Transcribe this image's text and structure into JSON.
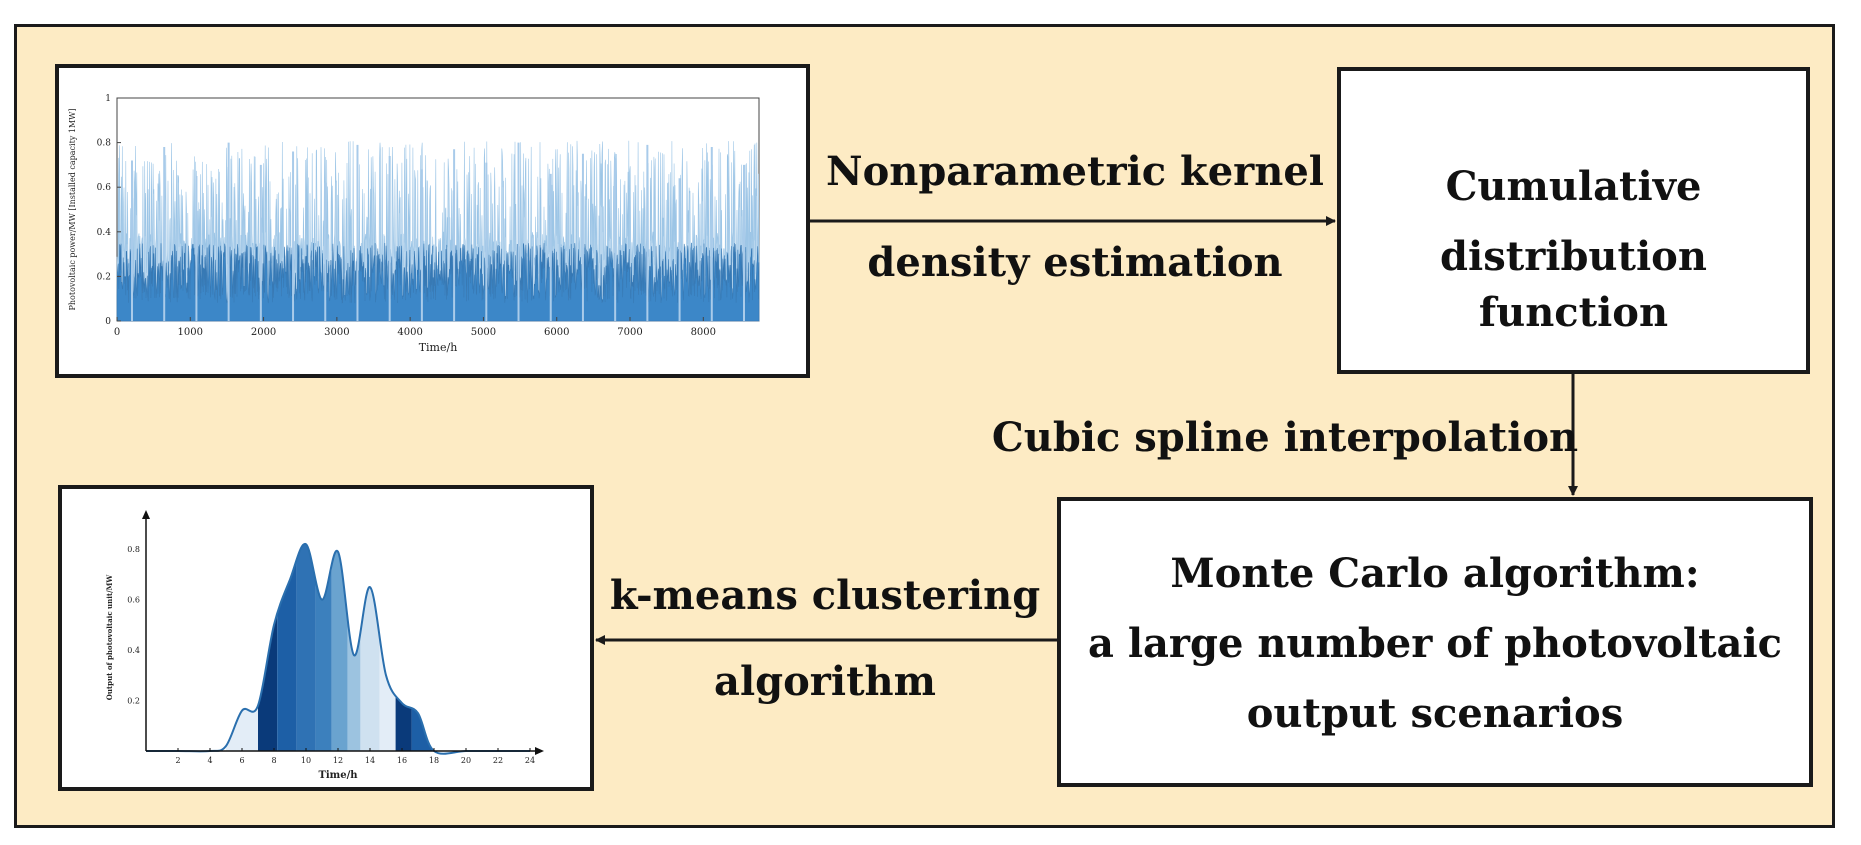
{
  "nodes": {
    "cdf": {
      "lines": [
        "Cumulative",
        "distribution function"
      ]
    },
    "monte_carlo": {
      "lines": [
        "Monte Carlo algorithm:",
        "a large number of photovoltaic",
        "output scenarios"
      ]
    }
  },
  "edges": {
    "kde": {
      "lines": [
        "Nonparametric kernel",
        "density estimation"
      ]
    },
    "spline": {
      "lines": [
        "Cubic spline interpolation"
      ]
    },
    "kmeans": {
      "lines": [
        "k-means clustering",
        "algorithm"
      ]
    }
  },
  "chart_data": [
    {
      "type": "line",
      "title": "",
      "xlabel": "Time/h",
      "ylabel": "Photovoltaic power/MW [Installed capacity 1MW]",
      "xlim": [
        0,
        8760
      ],
      "ylim": [
        0,
        1
      ],
      "x_ticks": [
        "0",
        "1000",
        "2000",
        "3000",
        "4000",
        "5000",
        "6000",
        "7000",
        "8000"
      ],
      "y_ticks": [
        "0",
        "0.2",
        "0.4",
        "0.6",
        "0.8",
        "1"
      ],
      "series_color": "#2f7fc4",
      "series": [
        {
          "description_values": "hourly output, dense band 0-0.35 with frequent peaks 0.6-0.8",
          "peak_samples": [
            0.72,
            0.78,
            0.65,
            0.8,
            0.7,
            0.76,
            0.62,
            0.79,
            0.74,
            0.68,
            0.77,
            0.71,
            0.8,
            0.66,
            0.75,
            0.73,
            0.79,
            0.64,
            0.78,
            0.7
          ]
        }
      ]
    },
    {
      "type": "area",
      "title": "",
      "xlabel": "Time/h",
      "ylabel": "Output of photovoltaic unit/MW",
      "xlim": [
        0,
        24
      ],
      "ylim": [
        0,
        0.9
      ],
      "x_ticks": [
        "2",
        "4",
        "6",
        "8",
        "10",
        "12",
        "14",
        "16",
        "18",
        "20",
        "22",
        "24"
      ],
      "y_ticks": [
        "0.2",
        "0.4",
        "0.6",
        "0.8"
      ],
      "x": [
        0,
        2,
        4,
        5,
        6,
        7,
        8,
        9,
        10,
        11,
        12,
        13,
        14,
        15,
        16,
        17,
        18,
        20,
        22,
        24
      ],
      "values": [
        0,
        0,
        0,
        0.02,
        0.16,
        0.18,
        0.5,
        0.68,
        0.82,
        0.6,
        0.79,
        0.38,
        0.65,
        0.3,
        0.19,
        0.15,
        0,
        0,
        0,
        0
      ],
      "band_colors": [
        "#0a3a7a",
        "#1d5fa6",
        "#3c80bd",
        "#6aa3cf",
        "#9cc3e0",
        "#cfe1f0",
        "#e3edf7"
      ]
    }
  ]
}
